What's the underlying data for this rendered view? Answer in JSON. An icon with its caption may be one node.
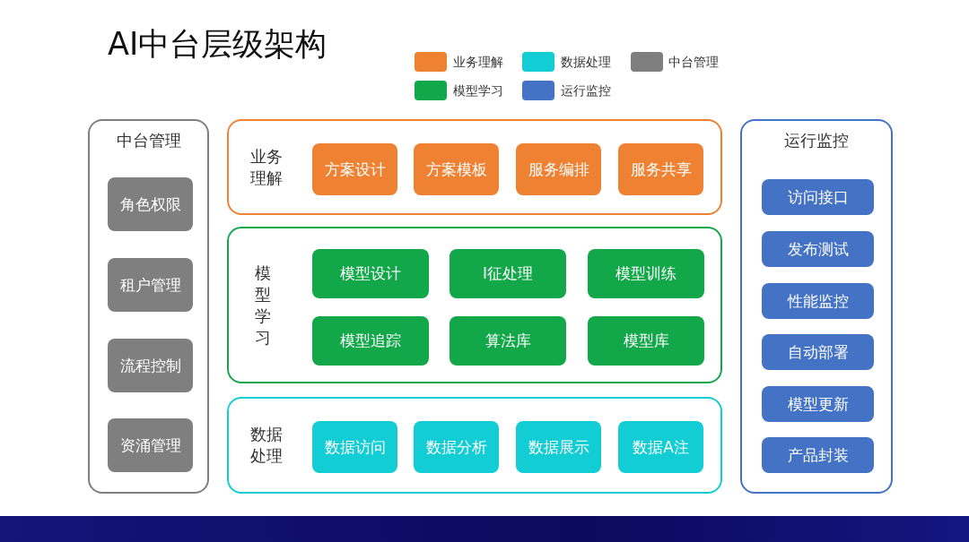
{
  "diagram": {
    "title": "AI中台层级架构",
    "nodes": [
      {
        "text": [
          "中台管理"
        ]
      },
      {
        "text": [
          "角色权限"
        ],
        "in": 0
      },
      {
        "text": [
          "租户管理"
        ],
        "in": 0
      },
      {
        "text": [
          "流程控制"
        ],
        "in": 0
      },
      {
        "text": [
          "资涌管理"
        ],
        "in": 0
      },
      {
        "text": [
          "业务理解"
        ]
      },
      {
        "text": [
          "方案设计"
        ],
        "in": 5
      },
      {
        "text": [
          "方案模板"
        ],
        "in": 5
      },
      {
        "text": [
          "服务编排"
        ],
        "in": 5
      },
      {
        "text": [
          "服务共享"
        ],
        "in": 5
      },
      {
        "text": [
          "模型学习"
        ]
      },
      {
        "text": [
          "模型设计"
        ],
        "in": 10
      },
      {
        "text": [
          "I征处理"
        ],
        "in": 10
      },
      {
        "text": [
          "模型训练"
        ],
        "in": 10
      },
      {
        "text": [
          "模型追踪"
        ],
        "in": 10
      },
      {
        "text": [
          "算法库"
        ],
        "in": 10
      },
      {
        "text": [
          "模型库"
        ],
        "in": 10
      },
      {
        "text": [
          "数据处理"
        ]
      },
      {
        "text": [
          "数据访问"
        ],
        "in": 17
      },
      {
        "text": [
          "数据分析"
        ],
        "in": 17
      },
      {
        "text": [
          "数据展示"
        ],
        "in": 17
      },
      {
        "text": [
          "数据A注"
        ],
        "in": 17
      },
      {
        "text": [
          "运行监控"
        ]
      },
      {
        "text": [
          "访问接口"
        ],
        "in": 22
      },
      {
        "text": [
          "发布测试"
        ],
        "in": 22
      },
      {
        "text": [
          "性能监控"
        ],
        "in": 22
      },
      {
        "text": [
          "自动部署"
        ],
        "in": 22
      },
      {
        "text": [
          "模型更新"
        ],
        "in": 22
      },
      {
        "text": [
          "产品封装"
        ],
        "in": 22
      }
    ],
    "legend": [
      {
        "text": "业务理解",
        "color": "#ef8132"
      },
      {
        "text": "数据处理",
        "color": "#13cdd4"
      },
      {
        "text": "中台管理",
        "color": "#7f7f7f"
      },
      {
        "text": "模型学习",
        "color": "#12a84a"
      },
      {
        "text": "运行监控",
        "color": "#4472c4"
      }
    ]
  }
}
